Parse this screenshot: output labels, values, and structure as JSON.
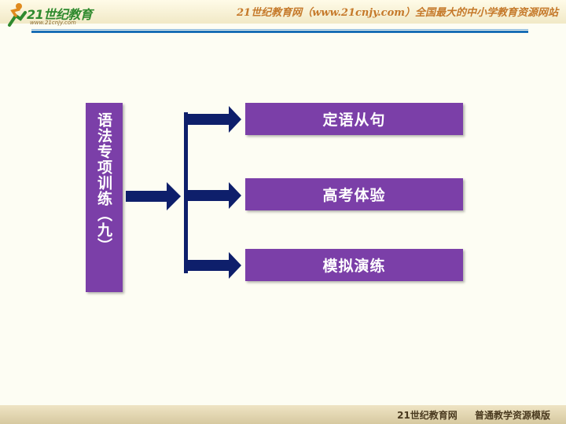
{
  "header": {
    "brand": "21世纪教育",
    "brand_url": "www.21cnjy.com",
    "site_text": "21世纪教育网（www.21cnjy.com）全国最大的中小学教育资源网站"
  },
  "lesson": {
    "title": "语法专项训练（九）"
  },
  "options": [
    {
      "label": "定语从句"
    },
    {
      "label": "高考体验"
    },
    {
      "label": "模拟演练"
    }
  ],
  "footer": {
    "text": "21世纪教育网 普通教学资源模版"
  },
  "colors": {
    "box_purple": "#7b3fa8",
    "arrow_navy": "#0e1f6b",
    "header_orange": "#c5792a",
    "rule_blue": "#1a6fb5"
  },
  "icons": {
    "logo": "runner-logo-icon",
    "arrow": "right-arrow-icon"
  }
}
